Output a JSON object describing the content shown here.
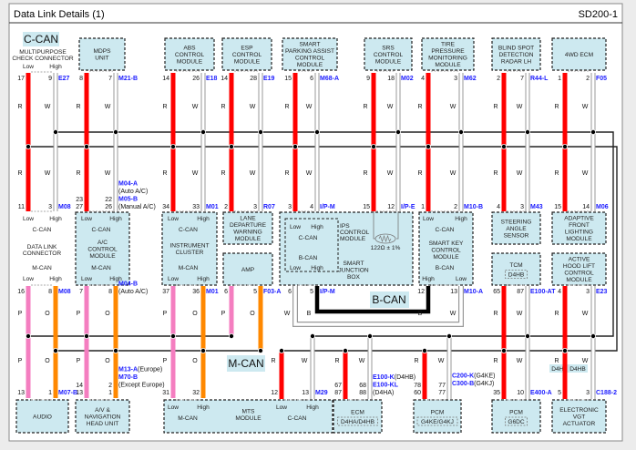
{
  "header": {
    "title": "Data Link Details (1)",
    "code": "SD200-1"
  },
  "bus_labels": {
    "c_can": "C-CAN",
    "m_can": "M-CAN",
    "b_can": "B-CAN"
  },
  "wire_colors": {
    "R": "#ff0000",
    "W": "#ffffff",
    "P": "#f47ec0",
    "O": "#ff8800",
    "B": "#000000"
  },
  "modules": {
    "mpcc": {
      "lines": [
        "MULTIPURPOSE",
        "CHECK CONNECTOR"
      ],
      "low": "Low",
      "high": "High"
    },
    "mdps": {
      "lines": [
        "MDPS",
        "UNIT"
      ]
    },
    "abs": {
      "lines": [
        "ABS",
        "CONTROL",
        "MODULE"
      ]
    },
    "esp": {
      "lines": [
        "ESP",
        "CONTROL",
        "MODULE"
      ]
    },
    "spas": {
      "lines": [
        "SMART",
        "PARKING ASSIST",
        "CONTROL",
        "MODULE"
      ]
    },
    "srs": {
      "lines": [
        "SRS",
        "CONTROL",
        "MODULE"
      ]
    },
    "tpms": {
      "lines": [
        "TIRE",
        "PRESSURE",
        "MONITORING",
        "MODULE"
      ]
    },
    "bsd": {
      "lines": [
        "BLIND SPOT",
        "DETECTION",
        "RADAR LH"
      ]
    },
    "awd": {
      "lines": [
        "4WD ECM"
      ]
    },
    "dlc": {
      "lines": [
        "DATA LINK",
        "CONNECTOR"
      ],
      "c_can": "C-CAN",
      "m_can": "M-CAN",
      "low": "Low",
      "high": "High"
    },
    "ac": {
      "lines": [
        "A/C",
        "CONTROL",
        "MODULE"
      ],
      "c_can": "C-CAN",
      "m_can": "M-CAN",
      "low": "Low",
      "high": "High"
    },
    "ic": {
      "lines": [
        "INSTRUMENT",
        "CLUSTER"
      ],
      "c_can": "C-CAN",
      "m_can": "M-CAN",
      "low": "Low",
      "high": "High"
    },
    "ldws": {
      "lines": [
        "LANE",
        "DEPARTURE",
        "WARNING",
        "MODULE"
      ]
    },
    "amp": {
      "lines": [
        "AMP"
      ]
    },
    "sjb": {
      "lines": [
        "SMART",
        "JUNCTION",
        "BOX"
      ],
      "resistor": "122Ω ± 1%"
    },
    "ips": {
      "lines": [
        "IPS",
        "CONTROL",
        "MODULE"
      ],
      "c_can": "C-CAN",
      "b_can": "B-CAN",
      "low": "Low",
      "high": "High"
    },
    "skm": {
      "lines": [
        "SMART KEY",
        "CONTROL",
        "MODULE"
      ],
      "c_can": "C-CAN",
      "b_can": "B-CAN",
      "low": "Low",
      "high": "High"
    },
    "sas": {
      "lines": [
        "STEERING",
        "ANGLE",
        "SENSOR"
      ]
    },
    "afls": {
      "lines": [
        "ADAPTIVE",
        "FRONT",
        "LIGHTING",
        "MODULE"
      ]
    },
    "tcm": {
      "lines": [
        "TCM"
      ],
      "variant": "D4HB"
    },
    "ahls": {
      "lines": [
        "ACTIVE",
        "HOOD LIFT",
        "CONTROL",
        "MODULE"
      ]
    },
    "audio": {
      "lines": [
        "AUDIO"
      ]
    },
    "av": {
      "lines": [
        "A/V &",
        "NAVIGATION",
        "HEAD UNIT"
      ]
    },
    "mts": {
      "lines": [
        "MTS",
        "MODULE"
      ],
      "m_can": "M-CAN",
      "c_can": "C-CAN",
      "low": "Low",
      "high": "High"
    },
    "ecm": {
      "lines": [
        "ECM"
      ],
      "variant": "D4HA/D4HB"
    },
    "pcm1": {
      "lines": [
        "PCM"
      ],
      "variant": "G4KE/G4KJ"
    },
    "pcm2": {
      "lines": [
        "PCM"
      ],
      "variant": "G6DC"
    },
    "vgt": {
      "lines": [
        "ELECTRONIC",
        "VGT",
        "ACTUATOR"
      ],
      "tags": [
        "D4HB",
        "D4HB"
      ]
    }
  },
  "connections": [
    {
      "pins_l": [
        "17"
      ],
      "pins_r": [
        "9"
      ],
      "conn": [
        {
          "code": "E27",
          "note": ""
        }
      ],
      "wires": [
        "R",
        "W"
      ]
    },
    {
      "pins_l": [
        "8"
      ],
      "pins_r": [
        "7"
      ],
      "conn": [
        {
          "code": "M21-B",
          "note": ""
        }
      ],
      "wires": [
        "R",
        "W"
      ]
    },
    {
      "pins_l": [
        "14"
      ],
      "pins_r": [
        "26"
      ],
      "conn": [
        {
          "code": "E18",
          "note": ""
        }
      ],
      "wires": [
        "R",
        "W"
      ]
    },
    {
      "pins_l": [
        "14"
      ],
      "pins_r": [
        "28"
      ],
      "conn": [
        {
          "code": "E19",
          "note": ""
        }
      ],
      "wires": [
        "R",
        "W"
      ]
    },
    {
      "pins_l": [
        "15"
      ],
      "pins_r": [
        "6"
      ],
      "conn": [
        {
          "code": "M68-A",
          "note": ""
        }
      ],
      "wires": [
        "R",
        "W"
      ]
    },
    {
      "pins_l": [
        "9"
      ],
      "pins_r": [
        "18"
      ],
      "conn": [
        {
          "code": "M02",
          "note": ""
        }
      ],
      "wires": [
        "R",
        "W"
      ]
    },
    {
      "pins_l": [
        "4"
      ],
      "pins_r": [
        "3"
      ],
      "conn": [
        {
          "code": "M62",
          "note": ""
        }
      ],
      "wires": [
        "R",
        "W"
      ]
    },
    {
      "pins_l": [
        "2"
      ],
      "pins_r": [
        "7"
      ],
      "conn": [
        {
          "code": "R44-L",
          "note": ""
        }
      ],
      "wires": [
        "R",
        "W"
      ]
    },
    {
      "pins_l": [
        "1"
      ],
      "pins_r": [
        "2"
      ],
      "conn": [
        {
          "code": "F05",
          "note": ""
        }
      ],
      "wires": [
        "R",
        "W"
      ]
    },
    {
      "pins_l": [
        "11"
      ],
      "pins_r": [
        "3"
      ],
      "conn": [
        {
          "code": "M08",
          "note": ""
        }
      ]
    },
    {
      "pins_l": [
        "23",
        "27"
      ],
      "pins_r": [
        "22",
        "26"
      ],
      "conn": [
        {
          "code": "M04-A",
          "note": ""
        },
        {
          "code": "",
          "note": "(Auto A/C)"
        },
        {
          "code": "M05-B",
          "note": ""
        },
        {
          "code": "",
          "note": "(Manual A/C)"
        }
      ]
    },
    {
      "pins_l": [
        "34"
      ],
      "pins_r": [
        "33"
      ],
      "conn": [
        {
          "code": "M01",
          "note": ""
        }
      ]
    },
    {
      "pins_l": [
        "2"
      ],
      "pins_r": [
        "3"
      ],
      "conn": [
        {
          "code": "R07",
          "note": ""
        }
      ]
    },
    {
      "pins_l": [
        "3"
      ],
      "pins_r": [
        "4"
      ],
      "conn": [
        {
          "code": "I/P-M",
          "note": ""
        }
      ]
    },
    {
      "pins_l": [
        "15"
      ],
      "pins_r": [
        "12"
      ],
      "conn": [
        {
          "code": "I/P-E",
          "note": ""
        }
      ]
    },
    {
      "pins_l": [
        "1"
      ],
      "pins_r": [
        "2"
      ],
      "conn": [
        {
          "code": "M10-B",
          "note": ""
        }
      ]
    },
    {
      "pins_l": [
        "4"
      ],
      "pins_r": [
        "3"
      ],
      "conn": [
        {
          "code": "M43",
          "note": ""
        }
      ]
    },
    {
      "pins_l": [
        "15"
      ],
      "pins_r": [
        "14"
      ],
      "conn": [
        {
          "code": "M06",
          "note": ""
        }
      ]
    },
    {
      "pins_l": [
        "16"
      ],
      "pins_r": [
        "8"
      ],
      "conn": [
        {
          "code": "M08",
          "note": ""
        }
      ],
      "wires": [
        "P",
        "O"
      ]
    },
    {
      "pins_l": [
        "7"
      ],
      "pins_r": [
        "8"
      ],
      "conn": [
        {
          "code": "M04-B",
          "note": ""
        },
        {
          "code": "",
          "note": "(Auto A/C)"
        }
      ],
      "wires": [
        "P",
        "O"
      ]
    },
    {
      "pins_l": [
        "37"
      ],
      "pins_r": [
        "36"
      ],
      "conn": [
        {
          "code": "M01",
          "note": ""
        }
      ],
      "wires": [
        "P",
        "O"
      ]
    },
    {
      "pins_l": [
        "6"
      ],
      "pins_r": [
        "5"
      ],
      "conn": [
        {
          "code": "F03-A",
          "note": ""
        }
      ],
      "wires": [
        "P",
        "O"
      ]
    },
    {
      "pins_l": [
        "6"
      ],
      "pins_r": [
        "5"
      ],
      "conn": [
        {
          "code": "I/P-M",
          "note": ""
        }
      ],
      "wires": [
        "W",
        "B"
      ]
    },
    {
      "pins_l": [
        "12"
      ],
      "pins_r": [
        "13"
      ],
      "conn": [
        {
          "code": "M10-A",
          "note": ""
        }
      ],
      "wires": [
        "B",
        "W"
      ]
    },
    {
      "pins_l": [
        "65"
      ],
      "pins_r": [
        "87"
      ],
      "conn": [
        {
          "code": "E100-AT",
          "note": ""
        }
      ],
      "wires": [
        "R",
        "W"
      ]
    },
    {
      "pins_l": [
        "4"
      ],
      "pins_r": [
        "3"
      ],
      "conn": [
        {
          "code": "E23",
          "note": ""
        }
      ],
      "wires": [
        "R",
        "W"
      ]
    },
    {
      "pins_l": [
        "13"
      ],
      "pins_r": [
        "1"
      ],
      "conn": [
        {
          "code": "M07-B",
          "note": ""
        }
      ]
    },
    {
      "pins_l": [
        "14",
        "13"
      ],
      "pins_r": [
        "2",
        "1"
      ],
      "conn": [
        {
          "code": "M13-A",
          "note": "(Europe)"
        },
        {
          "code": "M70-B",
          "note": ""
        },
        {
          "code": "",
          "note": "(Except Europe)"
        }
      ]
    },
    {
      "pins_l": [
        "31"
      ],
      "pins_r": [
        "32"
      ],
      "conn": []
    },
    {
      "pins_l": [
        "12"
      ],
      "pins_r": [
        "13"
      ],
      "conn": [
        {
          "code": "M29",
          "note": ""
        }
      ],
      "wires": [
        "R",
        "W"
      ]
    },
    {
      "pins_l": [
        "67",
        "87"
      ],
      "pins_r": [
        "68",
        "88"
      ],
      "conn": [
        {
          "code": "E100-K",
          "note": "(D4HB)"
        },
        {
          "code": "E100-KL",
          "note": ""
        },
        {
          "code": "",
          "note": "(D4HA)"
        }
      ],
      "wires": [
        "R",
        "W"
      ]
    },
    {
      "pins_l": [
        "78",
        "60"
      ],
      "pins_r": [
        "77",
        "77"
      ],
      "conn": [
        {
          "code": "C200-K",
          "note": "(G4KE)"
        },
        {
          "code": "C300-B",
          "note": "(G4KJ)"
        }
      ],
      "wires": [
        "R",
        "W"
      ]
    },
    {
      "pins_l": [
        "35"
      ],
      "pins_r": [
        "10"
      ],
      "conn": [
        {
          "code": "E400-A",
          "note": ""
        }
      ]
    },
    {
      "pins_l": [
        "5"
      ],
      "pins_r": [
        "3"
      ],
      "conn": [
        {
          "code": "C188-2",
          "note": ""
        }
      ]
    }
  ]
}
